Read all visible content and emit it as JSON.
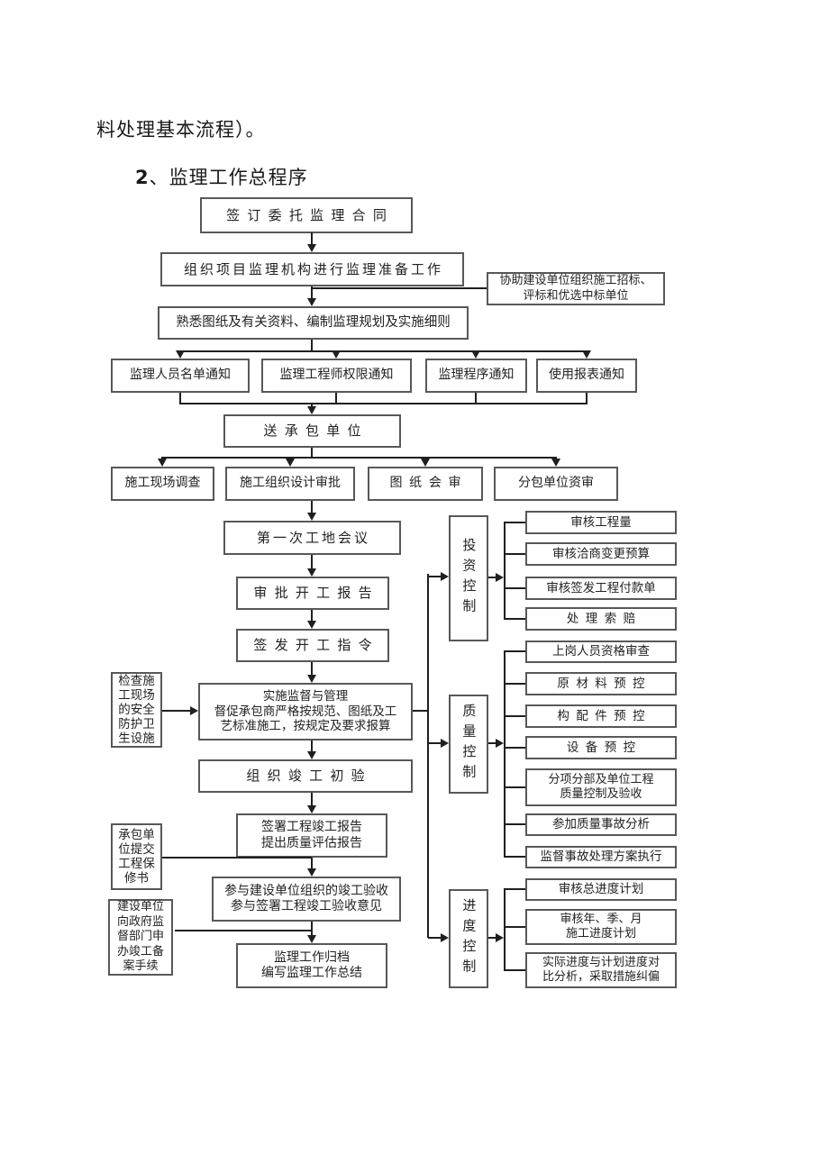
{
  "colors": {
    "background": "#ffffff",
    "line": "#1f1f1f",
    "box_border": "#585858",
    "text": "#1a1a1a"
  },
  "document": {
    "intro_text": "料处理基本流程）。",
    "heading_number": "2",
    "heading_title": "、监理工作总程序"
  },
  "flowchart": {
    "sign_contract": "签订委托监理合同",
    "setup_org": "组织项目监理机构进行监理准备工作",
    "assist_bidding": [
      "协助建设单位组织施工招标、",
      "评标和优选中标单位"
    ],
    "familiarize": "熟悉图纸及有关资料、编制监理规划及实施细则",
    "notices": [
      "监理人员名单通知",
      "监理工程师权限通知",
      "监理程序通知",
      "使用报表通知"
    ],
    "send_contractor": "送承包单位",
    "reviews": [
      "施工现场调查",
      "施工组织设计审批",
      "图纸会审",
      "分包单位资审"
    ],
    "first_site_meeting": "第一次工地会议",
    "approve_start_report": "审批开工报告",
    "issue_start_order": "签发开工指令",
    "supervise_lines": [
      "实施监督与管理",
      "督促承包商严格按规范、图纸及工",
      "艺标准施工，按规定及要求报算"
    ],
    "preliminary_acceptance": "组织竣工初验",
    "completion_report_lines": [
      "签署工程竣工报告",
      "提出质量评估报告"
    ],
    "acceptance_lines": [
      "参与建设单位组织的竣工验收",
      "参与签署工程竣工验收意见"
    ],
    "archive_lines": [
      "监理工作归档",
      "编写监理工作总结"
    ],
    "left_notes": {
      "safety": "检查施工现场的安全防护卫生设施",
      "warranty": "承包单位提交工程保修书",
      "filing": "建设单位向政府监督部门申办竣工备案手续"
    },
    "controls": {
      "investment": {
        "label": "投资控制",
        "items": [
          "审核工程量",
          "审核洽商变更预算",
          "审核签发工程付款单",
          "处理索赔"
        ]
      },
      "quality": {
        "label": "质量控制",
        "items": [
          "上岗人员资格审查",
          "原材料预控",
          "构配件预控",
          "设备预控",
          [
            "分项分部及单位工程",
            "质量控制及验收"
          ],
          "参加质量事故分析",
          "监督事故处理方案执行"
        ]
      },
      "schedule": {
        "label": "进度控制",
        "items": [
          "审核总进度计划",
          [
            "审核年、季、月",
            "施工进度计划"
          ],
          [
            "实际进度与计划进度对",
            "比分析，采取措施纠偏"
          ]
        ]
      }
    }
  }
}
